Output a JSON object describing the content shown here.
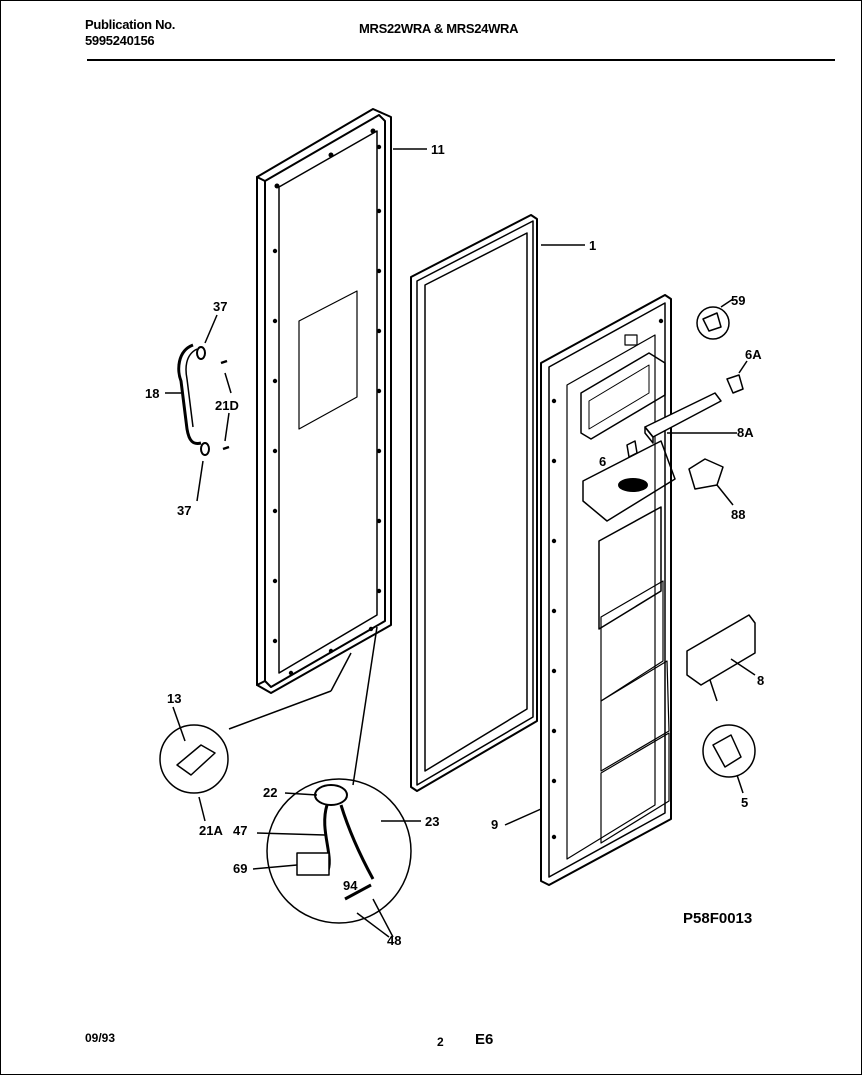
{
  "header": {
    "publication_label": "Publication No.",
    "publication_number": "5995240156",
    "models": "MRS22WRA & MRS24WRA"
  },
  "callouts": {
    "c11": "11",
    "c1": "1",
    "c37a": "37",
    "c18": "18",
    "c21d": "21D",
    "c37b": "37",
    "c59": "59",
    "c6a": "6A",
    "c8a": "8A",
    "c6": "6",
    "c88": "88",
    "c8": "8",
    "c5": "5",
    "c13": "13",
    "c21a": "21A",
    "c22": "22",
    "c47": "47",
    "c23": "23",
    "c9": "9",
    "c69": "69",
    "c94": "94",
    "c48": "48"
  },
  "diagram_code": "P58F0013",
  "footer": {
    "date": "09/93",
    "page": "2",
    "section": "E6"
  }
}
